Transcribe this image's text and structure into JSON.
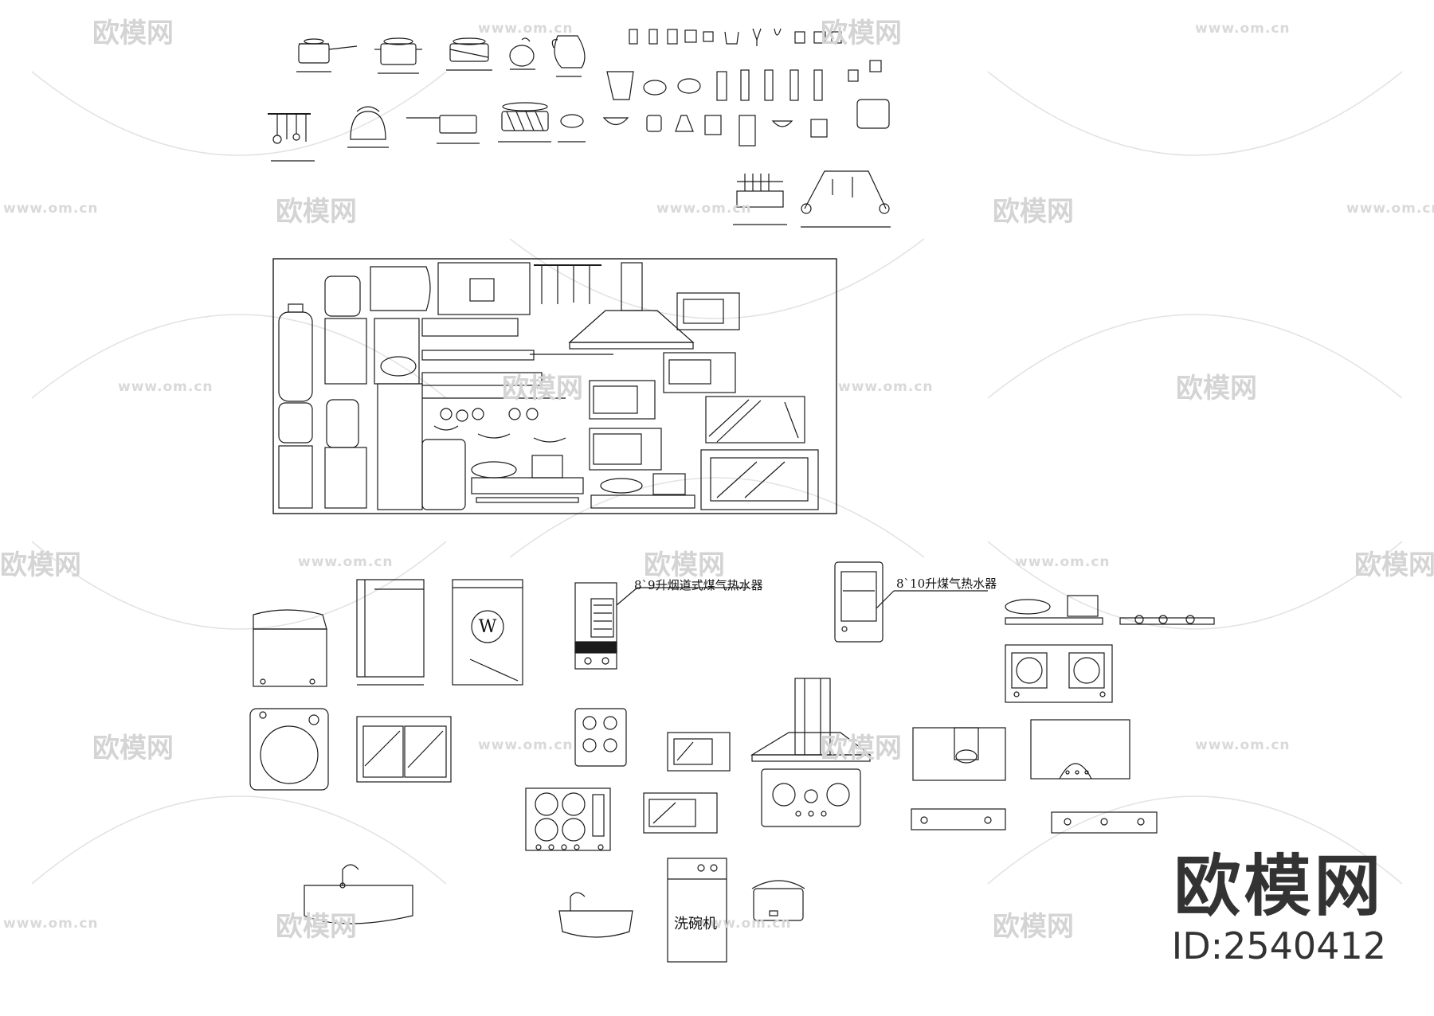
{
  "watermark": {
    "site_text": "www.om.cn",
    "logo_text": "欧模网",
    "color": "#d4d4d4"
  },
  "labels": {
    "heater_flue": "8`9升烟道式煤气热水器",
    "heater_10l": "8`10升煤气热水器",
    "washing_machine_badge": "W",
    "dishwasher": "洗碗机"
  },
  "brand": {
    "title": "欧模网",
    "id": "ID:2540412"
  },
  "colors": {
    "line": "#1a1a1a",
    "watermark": "#d4d4d4",
    "background": "#ffffff"
  }
}
